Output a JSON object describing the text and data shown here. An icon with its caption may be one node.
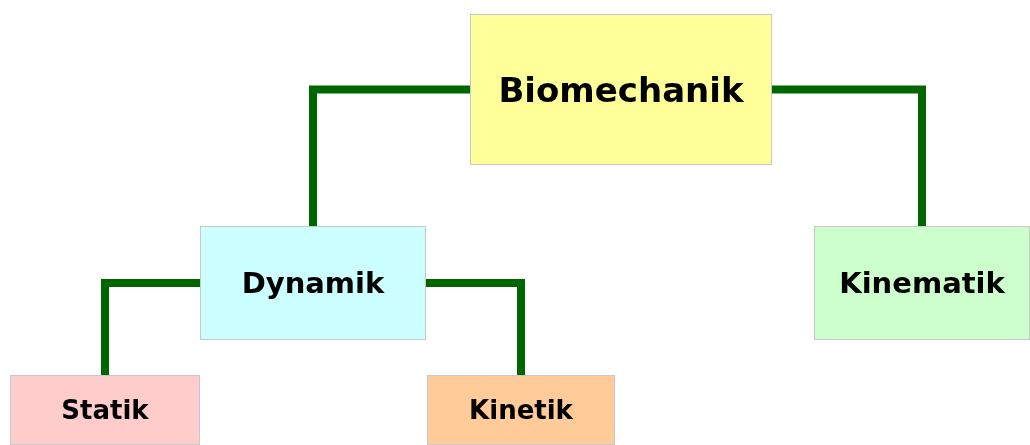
{
  "diagram": {
    "nodes": [
      {
        "text": [
          "Biomechanik"
        ]
      },
      {
        "text": [
          "Dynamik"
        ]
      },
      {
        "text": [
          "Kinematik"
        ]
      },
      {
        "text": [
          "Statik"
        ]
      },
      {
        "text": [
          "Kinetik"
        ]
      }
    ],
    "edges": [
      {
        "from": 0,
        "to": 1,
        "arrow": "none"
      },
      {
        "from": 0,
        "to": 2,
        "arrow": "none"
      },
      {
        "from": 1,
        "to": 3,
        "arrow": "none"
      },
      {
        "from": 1,
        "to": 4,
        "arrow": "none"
      }
    ]
  }
}
